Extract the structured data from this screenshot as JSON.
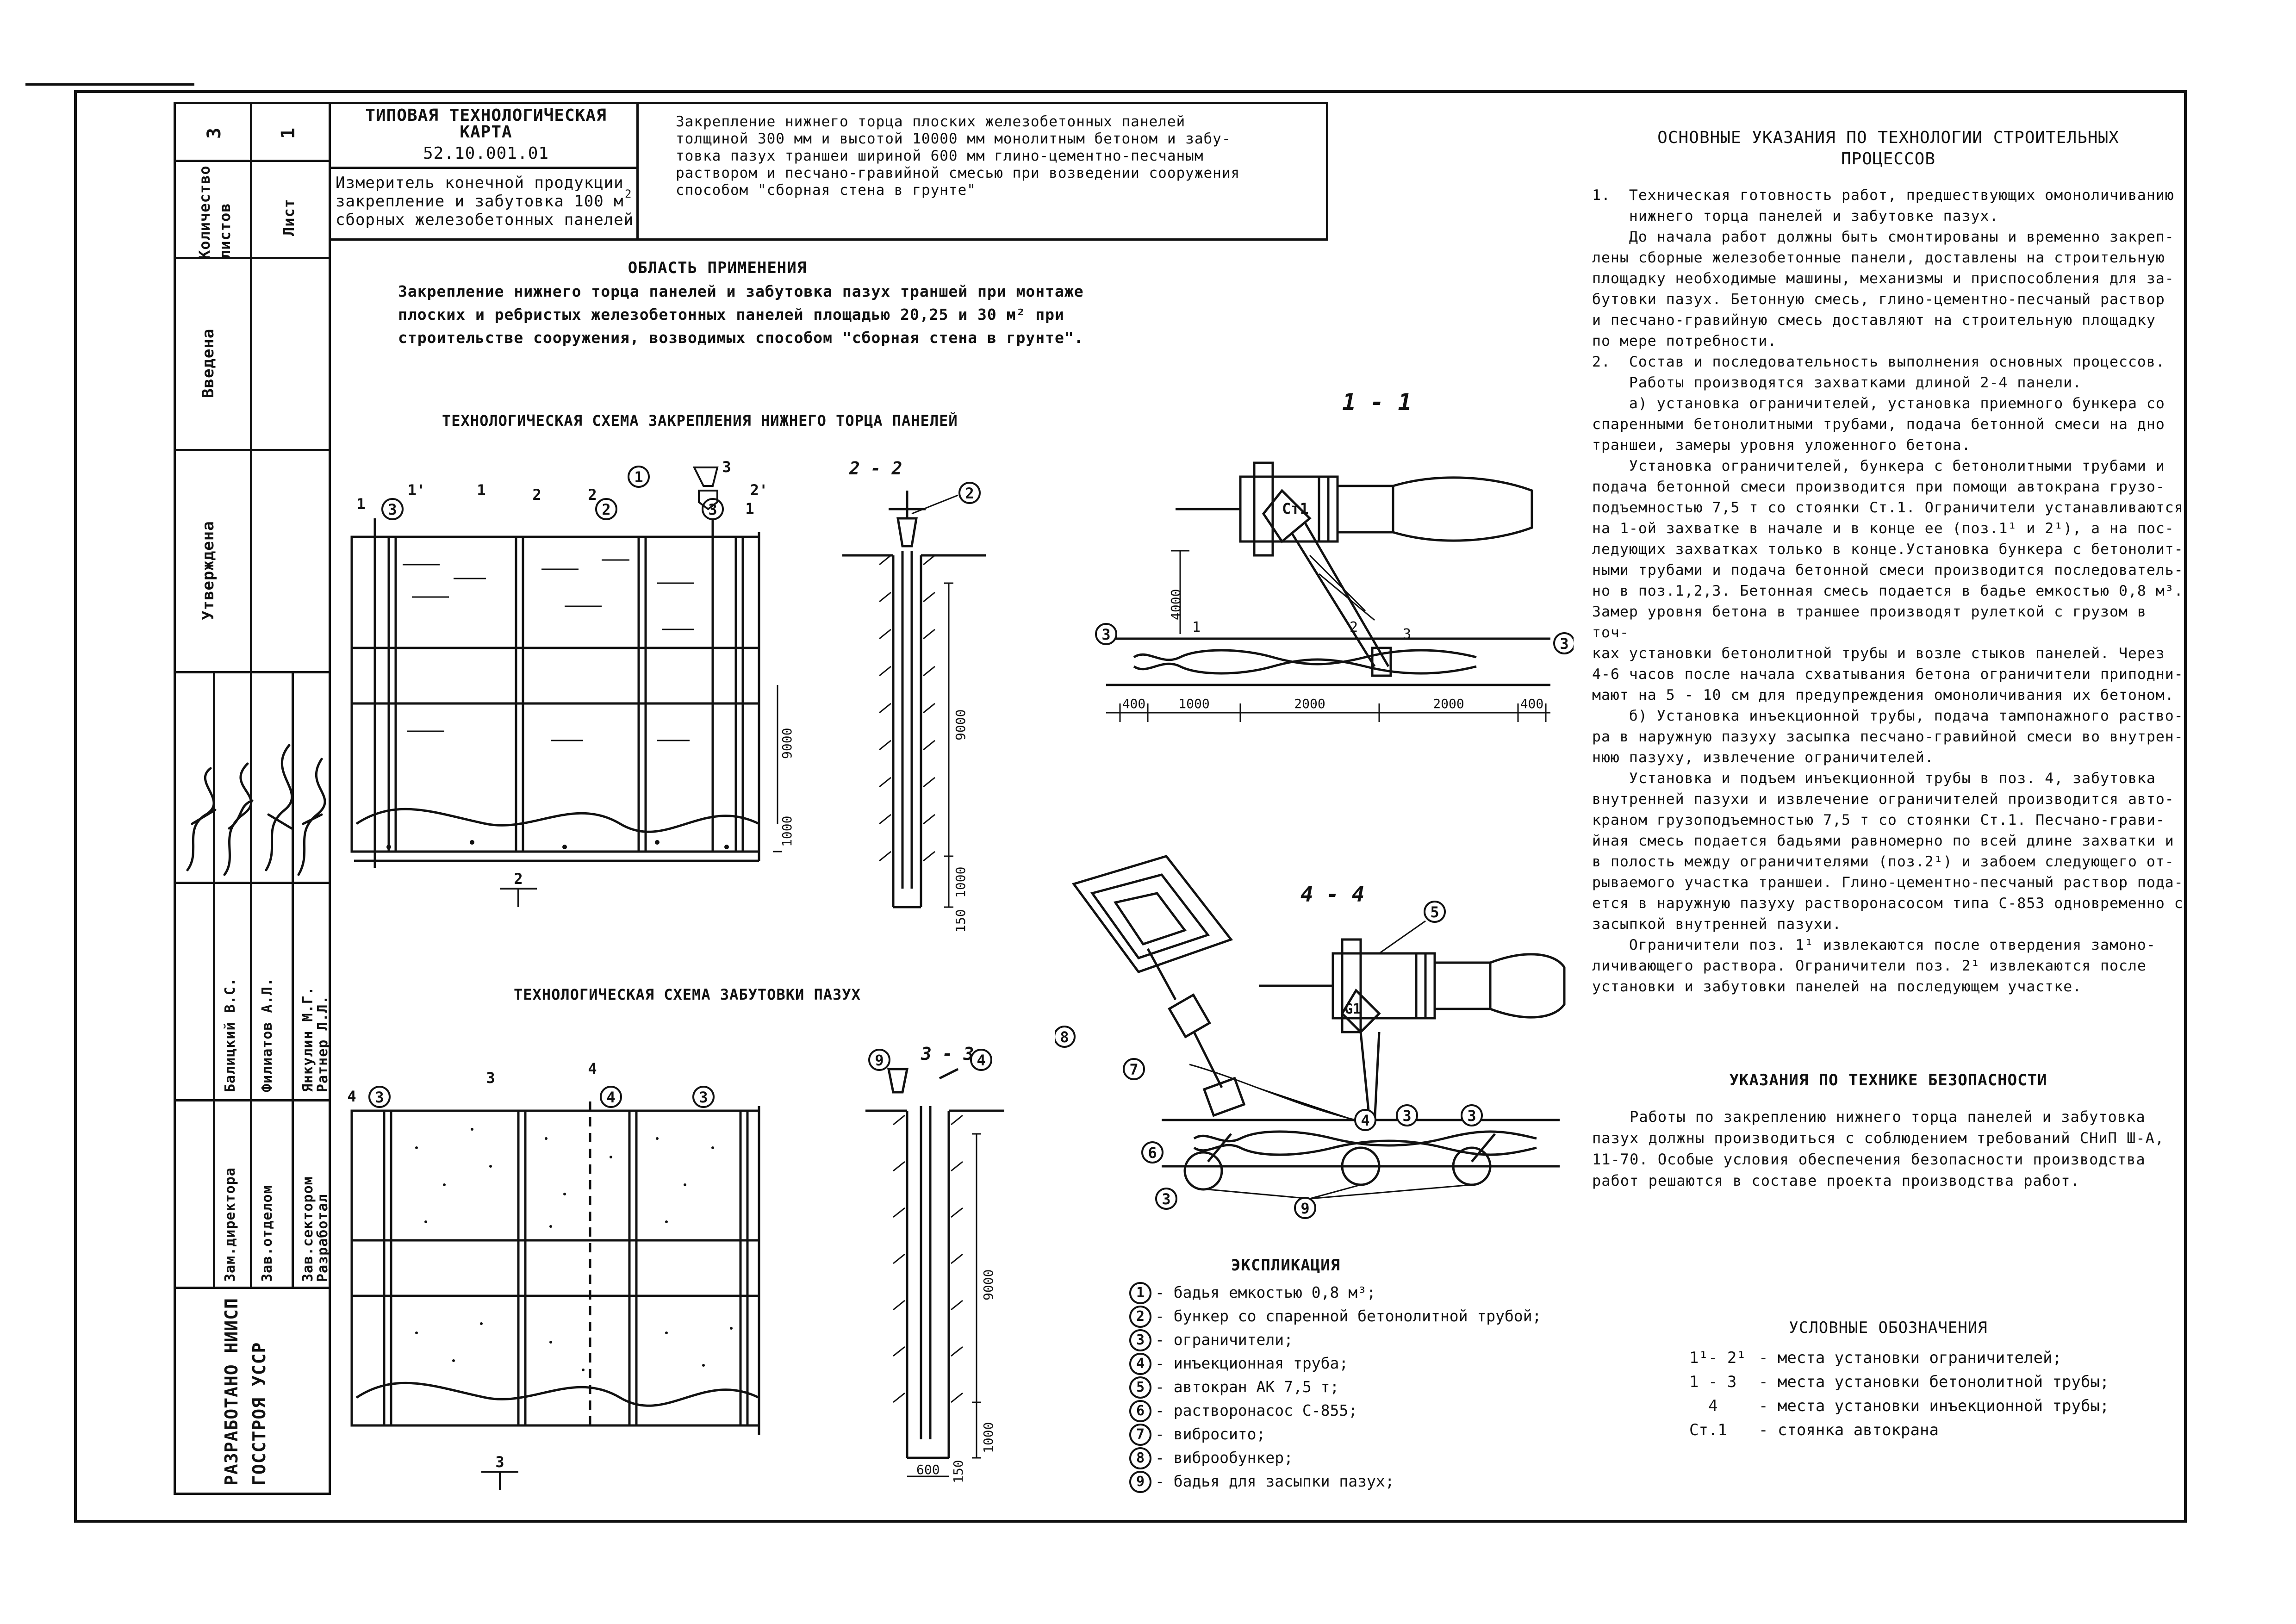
{
  "stamp": {
    "qty_label": "Количество\nлистов",
    "qty_value": "3",
    "sheet_label": "Лист",
    "sheet_value": "1",
    "introduced": "Введена",
    "approved": "Утверждена",
    "roles": [
      "Зам.директора",
      "Зав.отделом",
      "Зав.сектором",
      "Разработал"
    ],
    "names": [
      "Балицкий В.С.",
      "Филиатов А.Л.",
      "Янкулин М.Г.",
      "Ратнер Л.Л."
    ],
    "developer": "РАЗРАБОТАНО НИИСП\nГОССТРОЯ УССР"
  },
  "title_block": {
    "card_title": "ТИПОВАЯ ТЕХНОЛОГИЧЕСКАЯ\nКАРТА",
    "card_code": "52.10.001.01",
    "meter": "Измеритель конечной продукции\nзакрепление и забутовка 100 м\nсборных железобетонных панелей",
    "meter_sup": "2",
    "subject": "Закрепление нижнего торца плоских железобетонных панелей\nтолщиной 300 мм и высотой 10000 мм монолитным бетоном и забу-\nтовка пазух траншеи шириной 600 мм глино-цементно-песчаным\nраствором и песчано-гравийной смесью при возведении сооружения\nспособом \"сборная стена в грунте\""
  },
  "scope": {
    "heading": "ОБЛАСТЬ ПРИМЕНЕНИЯ",
    "text": "Закрепление нижнего торца панелей и забутовка пазух траншей при монтаже\nплоских и ребристых железобетонных панелей площадью 20,25 и 30 м² при\nстроительстве сооружения, возводимых способом \"сборная стена в грунте\"."
  },
  "scheme1": {
    "title": "ТЕХНОЛОГИЧЕСКАЯ СХЕМА ЗАКРЕПЛЕНИЯ НИЖНЕГО ТОРЦА ПАНЕЛЕЙ",
    "marks": [
      "1",
      "1'",
      "1",
      "2",
      "2",
      "1",
      "3",
      "2'",
      "1",
      "2"
    ],
    "dim_9000": "9000",
    "dim_1000": "1000"
  },
  "section_2_2": {
    "title": "2 - 2",
    "dim_9000": "9000",
    "dim_1000": "1000",
    "dim_150": "150"
  },
  "section_1_1": {
    "title": "1 - 1",
    "crane_label": "Ст1",
    "dim_4000": "4000",
    "dims": [
      "400",
      "1000",
      "2000",
      "2000",
      "400"
    ],
    "labels": [
      "1",
      "2",
      "3"
    ]
  },
  "scheme2": {
    "title": "ТЕХНОЛОГИЧЕСКАЯ СХЕМА ЗАБУТОВКИ ПАЗУХ",
    "marks": [
      "4",
      "3",
      "4",
      "3",
      "4",
      "3"
    ]
  },
  "section_3_3": {
    "title": "3 - 3",
    "dim_9000": "9000",
    "dim_1000": "1000",
    "dim_600": "600",
    "dim_150": "150"
  },
  "section_4_4": {
    "title": "4 - 4",
    "crane_label": "G1"
  },
  "explication": {
    "heading": "ЭКСПЛИКАЦИЯ",
    "items": [
      {
        "n": "1",
        "text": "- бадья емкостью 0,8 м³;"
      },
      {
        "n": "2",
        "text": "- бункер со спаренной бетонолитной трубой;"
      },
      {
        "n": "3",
        "text": "- ограничители;"
      },
      {
        "n": "4",
        "text": "- инъекционная труба;"
      },
      {
        "n": "5",
        "text": "- автокран АК 7,5 т;"
      },
      {
        "n": "6",
        "text": "- растворонасос С-855;"
      },
      {
        "n": "7",
        "text": "- вибросито;"
      },
      {
        "n": "8",
        "text": "- виброобункер;"
      },
      {
        "n": "9",
        "text": "- бадья для засыпки пазух;"
      }
    ]
  },
  "instructions": {
    "heading": "ОСНОВНЫЕ УКАЗАНИЯ ПО ТЕХНОЛОГИИ СТРОИТЕЛЬНЫХ\nПРОЦЕССОВ",
    "body": "1.  Техническая готовность работ, предшествующих омоноличиванию\n    нижнего торца панелей и забутовке пазух.\n    До начала работ должны быть смонтированы и временно закреп-\nлены сборные железобетонные панели, доставлены на строительную\nплощадку необходимые машины, механизмы и приспособления для за-\nбутовки пазух. Бетонную смесь, глино-цементно-песчаный раствор\nи песчано-гравийную смесь доставляют на строительную площадку\nпо мере потребности.\n2.  Состав и последовательность выполнения основных процессов.\n    Работы производятся захватками длиной 2-4 панели.\n    а) установка ограничителей, установка приемного бункера со\nспаренными бетонолитными трубами, подача бетонной смеси на дно\nтраншеи, замеры уровня уложенного бетона.\n    Установка ограничителей, бункера с бетонолитными трубами и\nподача бетонной смеси производится при помощи автокрана грузо-\nподъемностью 7,5 т со стоянки Ст.1. Ограничители устанавливаются\nна 1-ой захватке в начале и в конце ее (поз.1¹ и 2¹), а на пос-\nледующих захватках только в конце.Установка бункера с бетонолит-\nными трубами и подача бетонной смеси производится последователь-\nно в поз.1,2,3. Бетонная смесь подается в бадье емкостью 0,8 м³.\nЗамер уровня бетона в траншее производят рулеткой с грузом в точ-\nках установки бетонолитной трубы и возле стыков панелей. Через\n4-6 часов после начала схватывания бетона ограничители приподни-\nмают на 5 - 10 см для предупреждения омоноличивания их бетоном.\n    б) Установка инъекционной трубы, подача тампонажного раство-\nра в наружную пазуху засыпка песчано-гравийной смеси во внутрен-\nнюю пазуху, извлечение ограничителей.\n    Установка и подъем инъекционной трубы в поз. 4, забутовка\nвнутренней пазухи и извлечение ограничителей производится авто-\nкраном грузоподъемностью 7,5 т со стоянки Ст.1. Песчано-грави-\nйная смесь подается бадьями равномерно по всей длине захватки и\nв полость между ограничителями (поз.2¹) и забоем следующего от-\nрываемого участка траншеи. Глино-цементно-песчаный раствор пода-\nется в наружную пазуху растворонасосом типа С-853 одновременно с\nзасыпкой внутренней пазухи.\n    Ограничители поз. 1¹ извлекаются после отвердения замоно-\nличивающего раствора. Ограничители поз. 2¹ извлекаются после\nустановки и забутовки панелей на последующем участке."
  },
  "safety": {
    "heading": "УКАЗАНИЯ ПО ТЕХНИКЕ БЕЗОПАСНОСТИ",
    "body": "    Работы по закреплению нижнего торца панелей и забутовка\nпазух должны производиться с соблюдением требований СНиП Ш-А,\n11-70. Особые условия обеспечения безопасности производства\nработ решаются в составе проекта производства работ."
  },
  "symbols": {
    "heading": "УСЛОВНЫЕ ОБОЗНАЧЕНИЯ",
    "rows": [
      {
        "code": "1¹- 2¹",
        "text": "- места установки ограничителей;"
      },
      {
        "code": "1 - 3",
        "text": "- места установки бетонолитной трубы;"
      },
      {
        "code": "  4",
        "text": "- места установки инъекционной трубы;"
      },
      {
        "code": "Ст.1",
        "text": "- стоянка автокрана"
      }
    ]
  }
}
